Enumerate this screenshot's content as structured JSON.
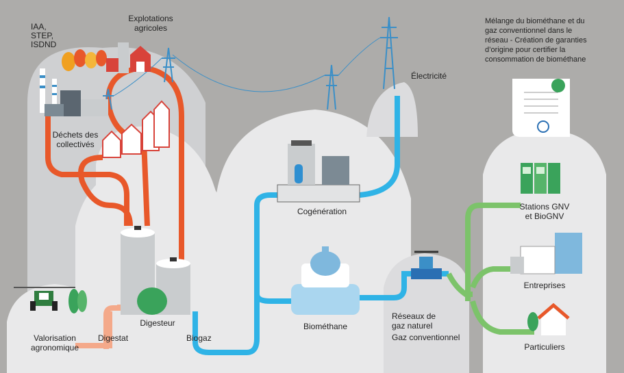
{
  "labels": {
    "iaa": "IAA,",
    "step": "STEP,",
    "isdnd": "ISDND",
    "explo1": "Explotations",
    "explo2": "agricoles",
    "dechets1": "Déchets des",
    "dechets2": "collectivés",
    "digesteur": "Digesteur",
    "digestat": "Digestat",
    "biogaz": "Biogaz",
    "valor1": "Valorisation",
    "valor2": "agronomique",
    "cogeneration": "Cogénération",
    "biomethane": "Biométhane",
    "electricite": "Électricité",
    "reseaux1": "Réseaux de",
    "reseaux2": "gaz naturel",
    "gazconv": "Gaz conventionnel",
    "melange1": "Mélange du biométhane et du",
    "melange2": "gaz conventionnel dans le",
    "melange3": "réseau - Création de garanties",
    "melange4": "d’origine pour certifier la",
    "melange5": "consommation de biométhane",
    "stations1": "Stations GNV",
    "stations2": "et BioGNV",
    "entreprises": "Entreprises",
    "particuliers": "Particuliers"
  },
  "colors": {
    "background": "#adacaa",
    "hill": "#e9e9ea",
    "hill_dark": "#cfd0d2",
    "orange_pipe": "#e8582a",
    "light_orange_pipe": "#f4a98a",
    "blue_pipe": "#2fb3e6",
    "green_pipe": "#7cc36a",
    "tower": "#3b8fc7"
  }
}
